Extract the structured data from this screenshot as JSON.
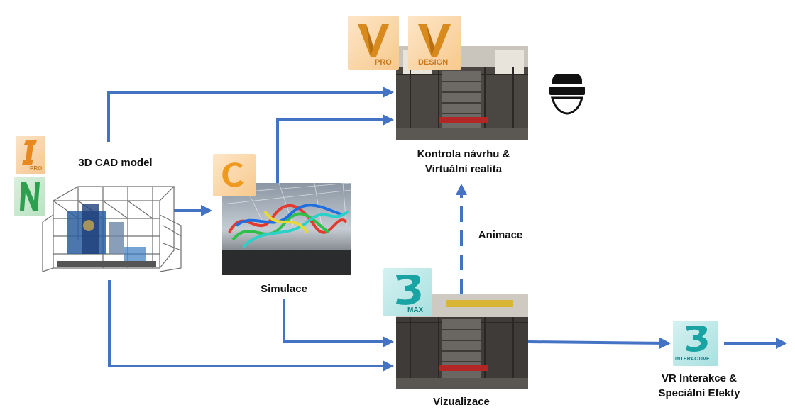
{
  "labels": {
    "cad_model": "3D CAD model",
    "simulation": "Simulace",
    "review_line1": "Kontrola návrhu &",
    "review_line2": "Virtuální realita",
    "animation": "Animace",
    "visualization": "Vizualizace",
    "vr_line1": "VR Interakce &",
    "vr_line2": "Speciální Efekty"
  },
  "icons": {
    "inventor": {
      "letter": "I",
      "sub": "PRO"
    },
    "navisworks": {
      "letter": "N"
    },
    "cfd": {
      "letter": "C"
    },
    "vred_pro": {
      "letter": "V",
      "sub": "PRO"
    },
    "vred_design": {
      "letter": "V",
      "sub": "DESIGN"
    },
    "max": {
      "letter": "3",
      "sub": "MAX"
    },
    "interactive": {
      "letter": "3",
      "sub": "INTERACTIVE"
    }
  },
  "colors": {
    "arrow_blue": "#4472C4",
    "autodesk_orange": "#F2A33A",
    "navisworks_green": "#2E9E4F",
    "max_teal": "#19A7A7"
  }
}
